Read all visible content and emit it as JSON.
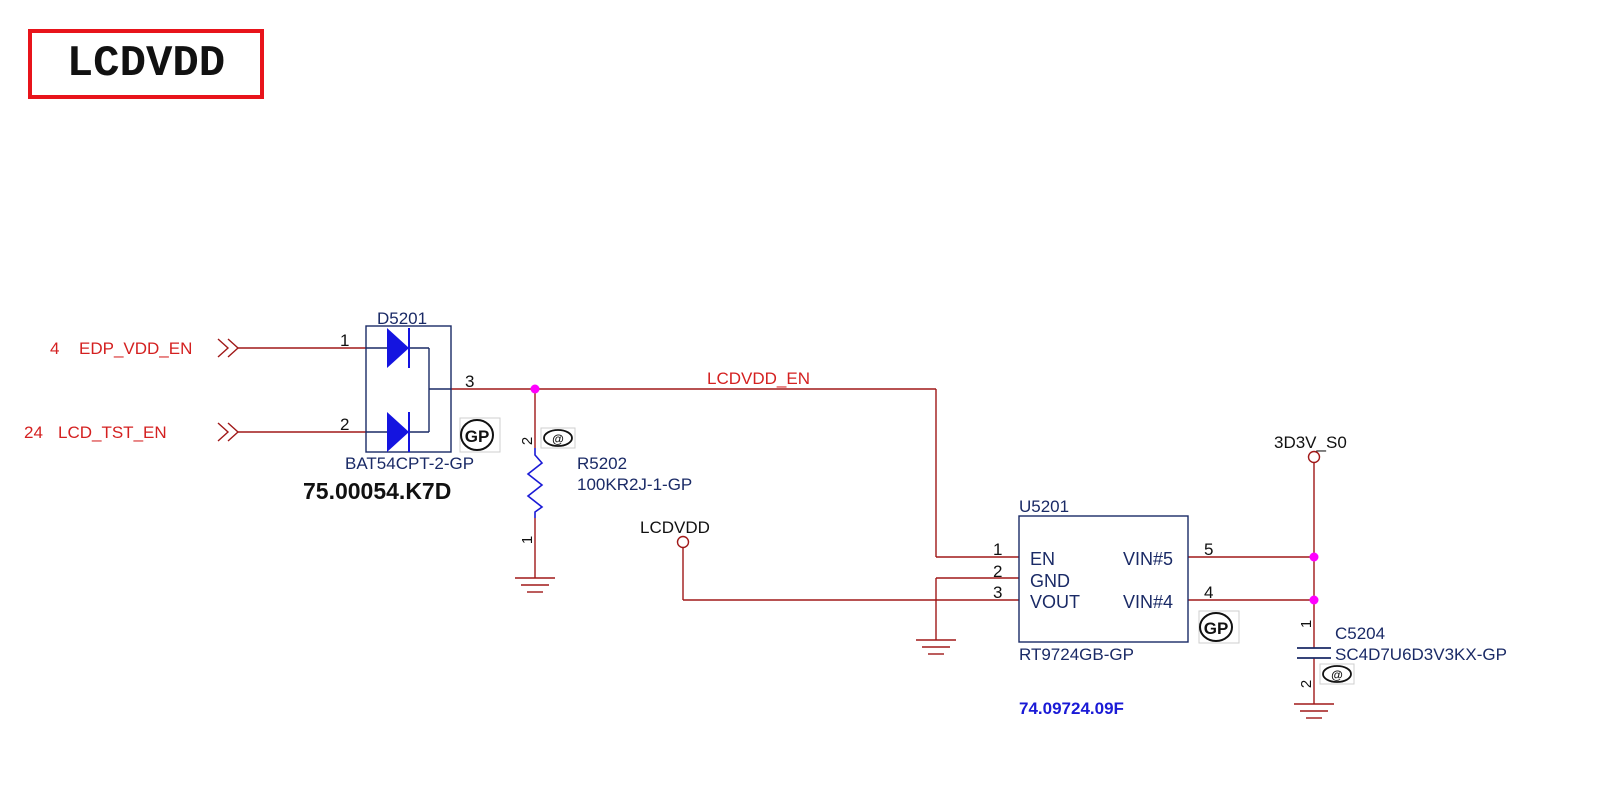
{
  "page_title": "LCDVDD",
  "colors": {
    "title_border": "#e8141b",
    "wire": "#a01818",
    "net_label": "#d42020",
    "component_body": "#1a2a66",
    "diode_fill": "#1414e0",
    "junction": "#ff00ff",
    "part_number_blue": "#1a1ad6"
  },
  "off_page": {
    "edp": {
      "page": "4",
      "name": "EDP_VDD_EN"
    },
    "lcd_tst": {
      "page": "24",
      "name": "LCD_TST_EN"
    }
  },
  "nets": {
    "lcdvdd_en": "LCDVDD_EN",
    "lcdvdd_port": "LCDVDD",
    "power_3v3": "3D3V_S0"
  },
  "d5201": {
    "ref": "D5201",
    "value": "BAT54CPT-2-GP",
    "part_no": "75.00054.K7D",
    "pins": [
      "1",
      "2",
      "3"
    ],
    "marker": "GP"
  },
  "r5202": {
    "ref": "R5202",
    "value": "100KR2J-1-GP",
    "pins": [
      "2",
      "1"
    ],
    "marker": "@"
  },
  "u5201": {
    "ref": "U5201",
    "value": "RT9724GB-GP",
    "part_no": "74.09724.09F",
    "marker": "GP",
    "left_pins": [
      {
        "num": "1",
        "name": "EN"
      },
      {
        "num": "2",
        "name": "GND"
      },
      {
        "num": "3",
        "name": "VOUT"
      }
    ],
    "right_pins": [
      {
        "num": "5",
        "name": "VIN#5"
      },
      {
        "num": "4",
        "name": "VIN#4"
      }
    ]
  },
  "c5204": {
    "ref": "C5204",
    "value": "SC4D7U6D3V3KX-GP",
    "pins": [
      "1",
      "2"
    ],
    "marker": "@"
  }
}
